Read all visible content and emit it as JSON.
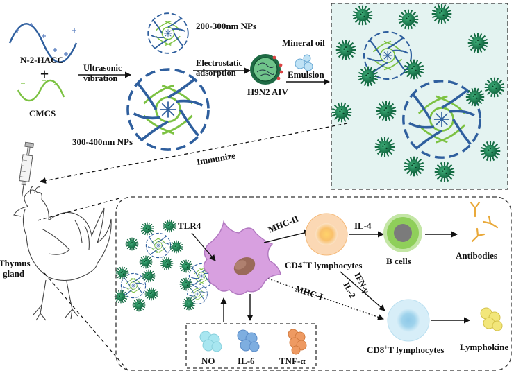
{
  "preparation": {
    "polymer_a": "N-2-HACC",
    "plus_sign": "+",
    "polymer_b": "CMCS",
    "step_ultrasonic": "Ultrasonic",
    "step_vibration": "vibration",
    "np_small": "200-300nm NPs",
    "np_large": "300-400nm NPs",
    "step_electrostatic": "Electrostatic",
    "step_adsorption": "adsorption",
    "antigen": "H9N2 AIV",
    "mineral_oil": "Mineral oil",
    "emulsion": "Emulsion"
  },
  "immunization": {
    "immunize": "Immunize",
    "thymus_line1": "Thymus",
    "thymus_line2": "gland"
  },
  "immune_response": {
    "receptor": "TLR4",
    "mhc2": "MHC-II",
    "mhc1": "MHC-I",
    "cd4": "CD4",
    "cd4_sup": "+",
    "cd4_rest": "T lymphocytes",
    "il4": "IL-4",
    "ifn": "IFN-γ",
    "il2": "IL-2",
    "b_cells": "B cells",
    "antibodies": "Antibodies",
    "cd8": "CD8",
    "cd8_sup": "+",
    "cd8_rest": "T lymphocytes",
    "lymphokine": "Lymphokine",
    "cytokines": [
      "NO",
      "IL-6",
      "TNF-α"
    ]
  },
  "colors": {
    "polymer_blue": "#2f5f9e",
    "polymer_green": "#7cc242",
    "virus_green": "#1f8a5a",
    "emulsion_bg": "#e4f3f1",
    "cd4_cell": "#f7b26a",
    "b_cell": "#8fcf5a",
    "cd8_cell": "#8ecbe6",
    "macrophage": "#d8a0e0",
    "antibody": "#e9a93a",
    "lymphokine": "#f0e070",
    "no_color": "#9be0ec",
    "il6_color": "#6fa8dc",
    "tnf_color": "#e8864a"
  }
}
